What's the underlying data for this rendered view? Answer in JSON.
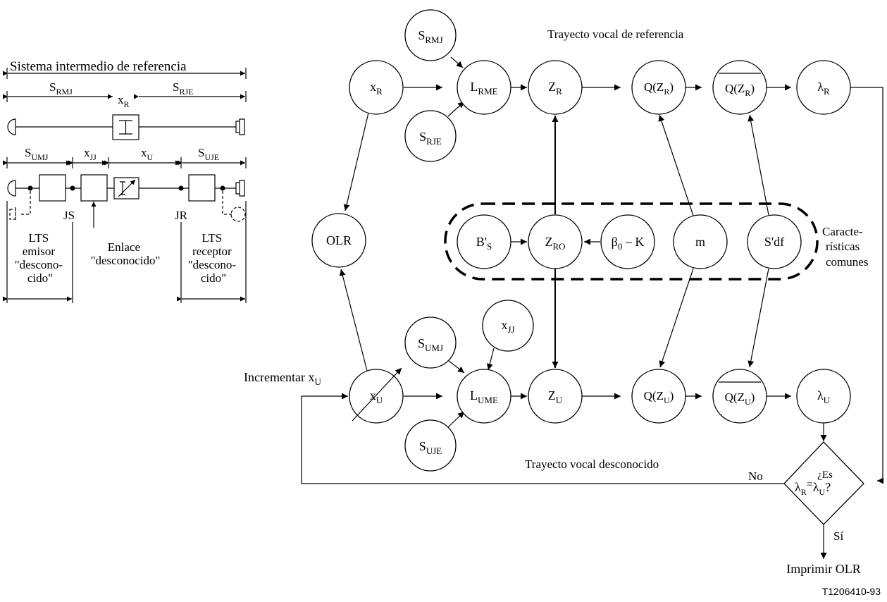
{
  "left_panel": {
    "title": "Sistema intermedio de referencia",
    "ref": {
      "s_rmj": "S",
      "s_rmj_sub": "RMJ",
      "x_r": "x",
      "x_r_sub": "R",
      "s_rje": "S",
      "s_rje_sub": "RJE"
    },
    "unk": {
      "s_umj": "S",
      "s_umj_sub": "UMJ",
      "x_jj": "x",
      "x_jj_sub": "JJ",
      "x_u": "x",
      "x_u_sub": "U",
      "s_uje": "S",
      "s_uje_sub": "UJE"
    },
    "js": "JS",
    "jr": "JR",
    "lts_emisor": [
      "LTS",
      "emisor",
      "\"descono-",
      "cido\""
    ],
    "enlace": [
      "Enlace",
      "\"desconocido\""
    ],
    "lts_receptor": [
      "LTS",
      "receptor",
      "\"descono-",
      "cido\""
    ]
  },
  "flow": {
    "title_ref": "Trayecto vocal de referencia",
    "title_unk": "Trayecto vocal desconocido",
    "incrementar": "Incrementar x",
    "incrementar_sub": "U",
    "caracteristicas": [
      "Caracte-",
      "rísticas",
      "comunes"
    ],
    "no": "No",
    "si": "Sí",
    "imprimir": "Imprimir OLR",
    "figure_id": "T1206410-93",
    "decision": {
      "q_top": "¿Es",
      "lhs": "λ",
      "lhs_sub": "R",
      "eq": "=",
      "rhs": "λ",
      "rhs_sub": "U",
      "q_end": "?"
    },
    "nodes": {
      "s_rmj": {
        "main": "S",
        "sub": "RMJ"
      },
      "x_r": {
        "main": "x",
        "sub": "R"
      },
      "l_rme": {
        "main": "L",
        "sub": "RME"
      },
      "s_rje": {
        "main": "S",
        "sub": "RJE"
      },
      "z_r": {
        "main": "Z",
        "sub": "R"
      },
      "q_zr": {
        "pre": "Q(Z",
        "sub": "R",
        "post": ")"
      },
      "qbar_zr": {
        "pre": "Q(Z",
        "sub": "R",
        "post": ")"
      },
      "lambda_r": {
        "main": "λ",
        "sub": "R"
      },
      "olr": {
        "main": "OLR"
      },
      "b_s": {
        "main": "B'",
        "sub": "S"
      },
      "z_ro": {
        "main": "Z",
        "sub": "RO"
      },
      "beta": {
        "main": "β",
        "sub": "0",
        "post": " – K"
      },
      "m": {
        "main": "m"
      },
      "sdf": {
        "main": "S'df"
      },
      "s_umj": {
        "main": "S",
        "sub": "UMJ"
      },
      "x_jj": {
        "main": "x",
        "sub": "JJ"
      },
      "x_u": {
        "main": "x",
        "sub": "U"
      },
      "l_ume": {
        "main": "L",
        "sub": "UME"
      },
      "s_uje": {
        "main": "S",
        "sub": "UJE"
      },
      "z_u": {
        "main": "Z",
        "sub": "U"
      },
      "q_zu": {
        "pre": "Q(Z",
        "sub": "U",
        "post": ")"
      },
      "qbar_zu": {
        "pre": "Q(Z",
        "sub": "U",
        "post": ")"
      },
      "lambda_u": {
        "main": "λ",
        "sub": "U"
      }
    }
  }
}
